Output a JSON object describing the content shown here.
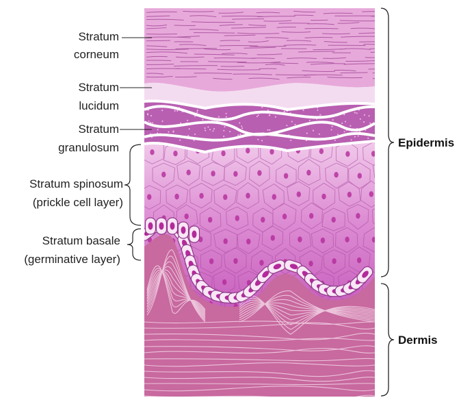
{
  "labels": {
    "corneum_1": "Stratum",
    "corneum_2": "corneum",
    "lucidum_1": "Stratum",
    "lucidum_2": "lucidum",
    "granulosum_1": "Stratum",
    "granulosum_2": "granulosum",
    "spinosum_1": "Stratum spinosum",
    "spinosum_2": "(prickle cell layer)",
    "basale_1": "Stratum basale",
    "basale_2": "(germinative layer)",
    "epidermis": "Epidermis",
    "dermis": "Dermis"
  },
  "colors": {
    "corneum": "#e7a9da",
    "lucidum": "#f4dcf0",
    "granulosum": "#b85fb1",
    "spinosum_top": "#f1c8ea",
    "spinosum_bottom": "#c85fbe",
    "basale_cell": "#f9e6f6",
    "nucleus": "#b32a9a",
    "dermis": "#c8699f",
    "line": "#8f3a8a"
  }
}
